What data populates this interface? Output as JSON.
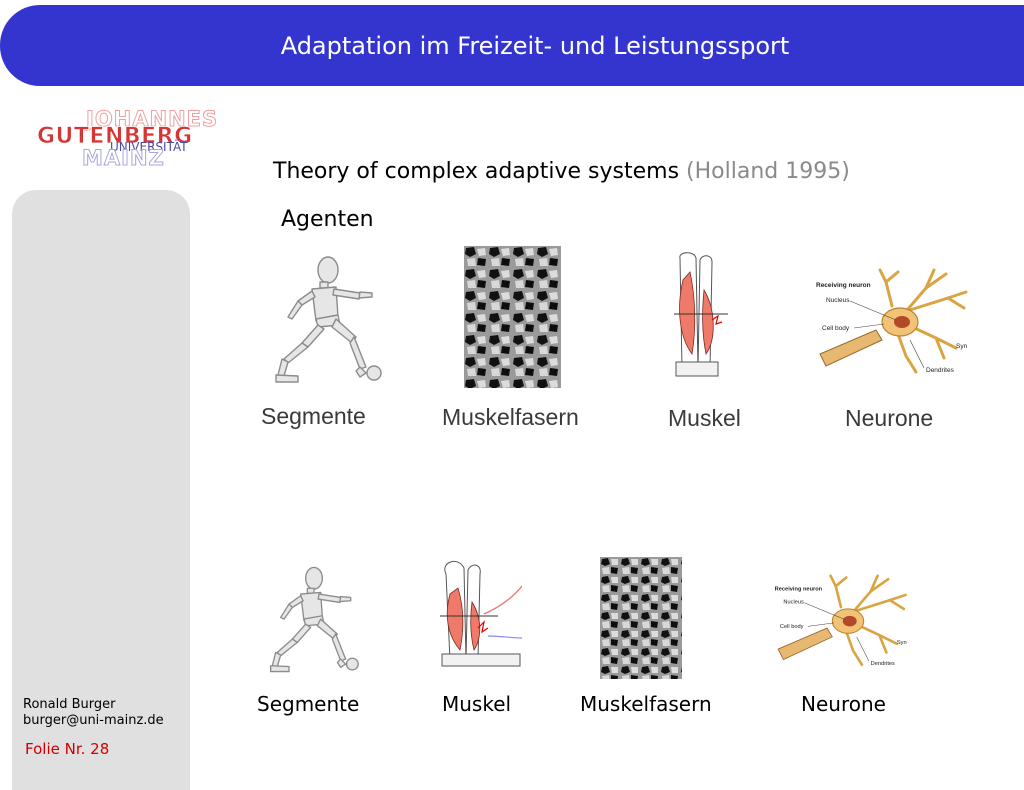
{
  "header": {
    "title": "Adaptation im Freizeit- und Leistungssport",
    "banner_color": "#3434cf"
  },
  "logo": {
    "line1": "JOHANNES",
    "line2": "GUTENBERG",
    "line3": "UNIVERSITÄT",
    "line4": "MAINZ"
  },
  "footer": {
    "author": "Ronald Burger",
    "email": "burger@uni-mainz.de",
    "slide_number": "Folie Nr. 28"
  },
  "main": {
    "heading": "Theory of complex adaptive systems",
    "heading_reference": "(Holland 1995)",
    "subheading": "Agenten",
    "row1_captions": [
      "Segmente",
      "Muskelfasern",
      "Muskel",
      "Neurone"
    ],
    "row2_captions": [
      "Segmente",
      "Muskel",
      "Muskelfasern",
      "Neurone"
    ],
    "neuron_labels": {
      "receiving": "Receiving neuron",
      "nucleus": "Nucleus",
      "cell_body": "Cell body",
      "dendrites": "Dendrites",
      "syn": "Syn"
    }
  },
  "icons": {
    "segments_figure": "kicking-mannequin-icon",
    "fibers_figure": "muscle-fiber-crosssection-icon",
    "muscle_figure": "arm-muscle-icon",
    "neuron_figure": "neuron-icon"
  }
}
